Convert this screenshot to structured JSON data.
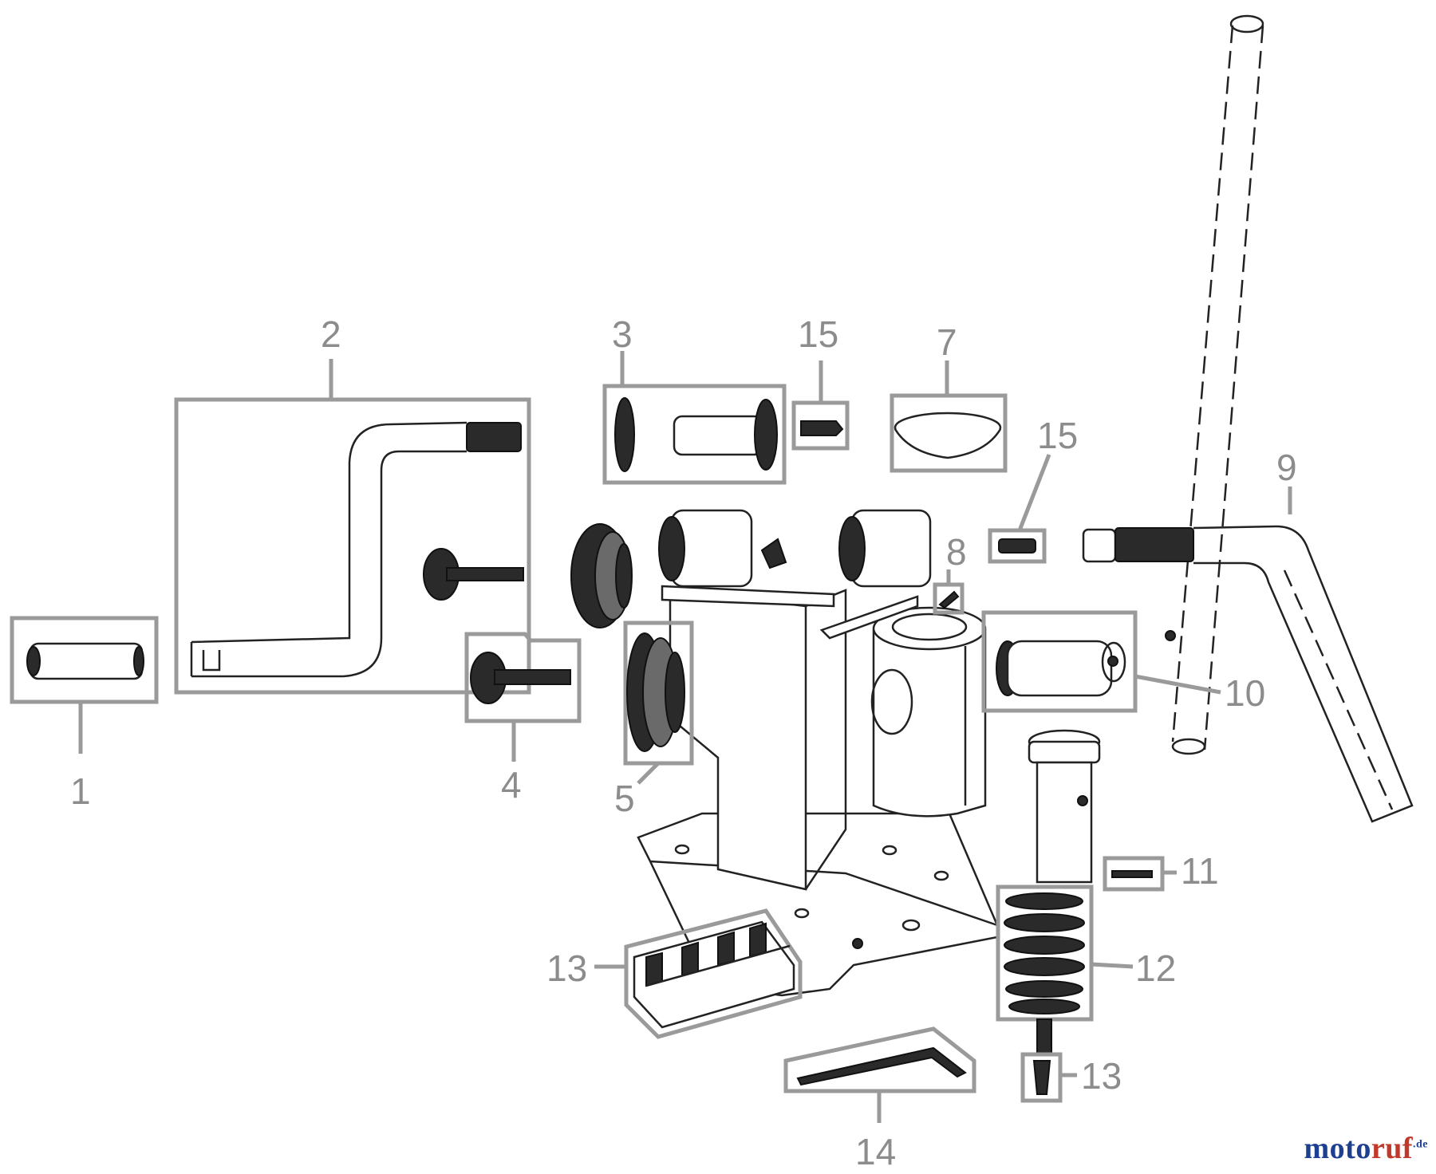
{
  "labels": {
    "l1": "1",
    "l2": "2",
    "l3": "3",
    "l4": "4",
    "l5": "5",
    "l7": "7",
    "l8": "8",
    "l9": "9",
    "l10": "10",
    "l11": "11",
    "l12": "12",
    "l13a": "13",
    "l13b": "13",
    "l14": "14",
    "l15a": "15",
    "l15b": "15"
  },
  "watermark": {
    "part1": "moto",
    "part2": "ruf",
    "part3": ".de"
  },
  "colors": {
    "label_gray": "#8c8c8c",
    "box_gray": "#9a9a9a",
    "brand_blue": "#1c3f8f",
    "brand_red": "#c0392b"
  }
}
